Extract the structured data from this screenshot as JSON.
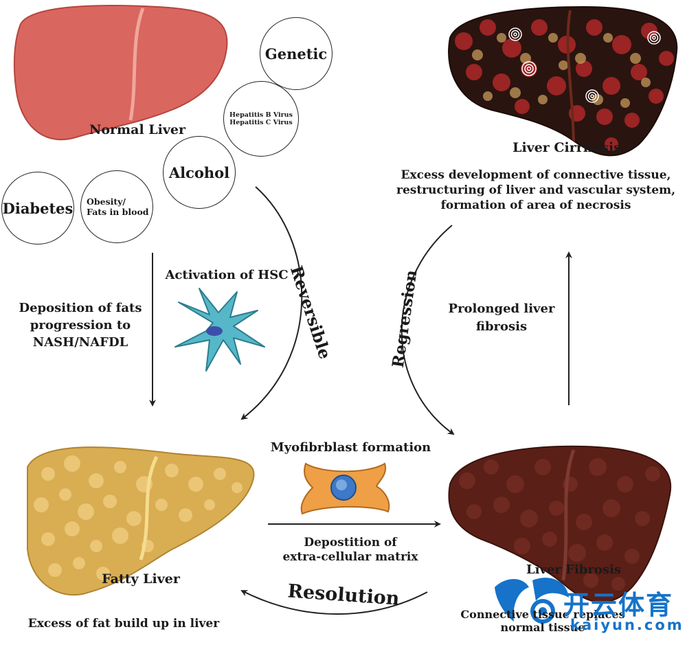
{
  "normal_liver": {
    "label": "Normal Liver"
  },
  "risk_factors": {
    "genetic": "Genetic",
    "hepatitis_b": "Hepatitis B Virus",
    "hepatitis_c": "Hepatitis C Virus",
    "alcohol": "Alcohol",
    "diabetes": "Diabetes",
    "obesity_line1": "Obesity/",
    "obesity_line2": "Fats in blood"
  },
  "left_arrow": {
    "line1": "Deposition of fats",
    "line2": "progression to",
    "line3": "NASH/NAFDL"
  },
  "hsc": {
    "label": "Activation of HSC"
  },
  "reversible": {
    "label": "Reversible"
  },
  "fatty_liver": {
    "label": "Fatty Liver",
    "description": "Excess of fat build up in liver"
  },
  "myofibroblast": {
    "label": "Myofibrblast formation"
  },
  "ecm": {
    "line1": "Depostition of",
    "line2": "extra-cellular matrix"
  },
  "resolution": {
    "label": "Resolution"
  },
  "liver_fibrosis": {
    "label": "Liver Fibrosis",
    "desc_line1": "Connective tissue replaces",
    "desc_line2": "normal tissue"
  },
  "regression": {
    "label": "Regression"
  },
  "prolonged": {
    "line1": "Prolonged liver",
    "line2": "fibrosis"
  },
  "liver_cirrhosis": {
    "label": "Liver Cirrhosis",
    "desc_line1": "Excess development of connective tissue,",
    "desc_line2": "restructuring of liver and vascular system,",
    "desc_line3": "formation of area of necrosis"
  },
  "watermark": {
    "brand": "开云体育",
    "url": "kaiyun.com"
  },
  "colors": {
    "normal_liver": "#d9665f",
    "fatty_liver": "#d9ad52",
    "fibrosis_liver": "#5a1f17",
    "cirrhosis_liver": "#2a1410",
    "hsc_cell": "#56b7c9",
    "myofibroblast_cell": "#ef9f45",
    "watermark": "#1673c9"
  }
}
